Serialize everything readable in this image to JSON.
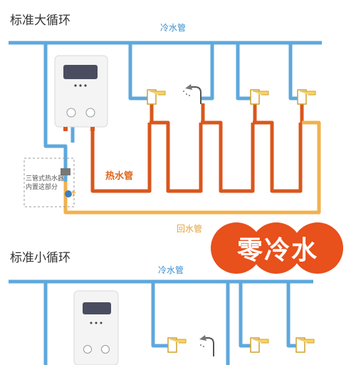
{
  "section1": {
    "title": "标准大循环",
    "cold_label": "冷水管",
    "hot_label": "热水管",
    "return_label": "回水管"
  },
  "section2": {
    "title": "标准小循环",
    "cold_label": "冷水管"
  },
  "note": "三管式热水器内置这部分",
  "badge": "零冷水",
  "colors": {
    "cold": "#5fa8dc",
    "hot": "#d9571c",
    "return": "#f2b14e",
    "badge": "#e8501c",
    "cold_text": "#3a8fd0",
    "hot_text": "#e0661c",
    "return_text": "#e2a23e"
  },
  "icons": [
    "water-heater-icon",
    "faucet-icon",
    "shower-icon"
  ]
}
